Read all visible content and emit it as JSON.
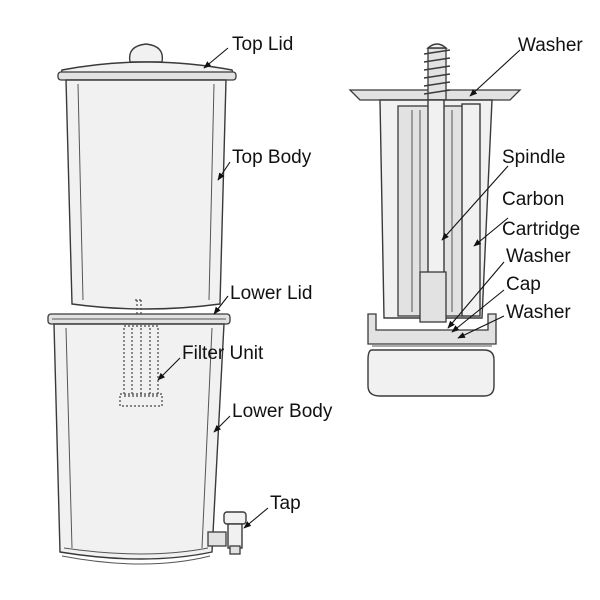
{
  "labels": {
    "top_lid": "Top Lid",
    "top_body": "Top Body",
    "lower_lid": "Lower Lid",
    "filter_unit": "Filter Unit",
    "lower_body": "Lower Body",
    "tap": "Tap",
    "washer_top": "Washer",
    "spindle": "Spindle",
    "carbon": "Carbon",
    "cartridge": "Cartridge",
    "washer_mid": "Washer",
    "cap": "Cap",
    "washer_bottom": "Washer"
  }
}
